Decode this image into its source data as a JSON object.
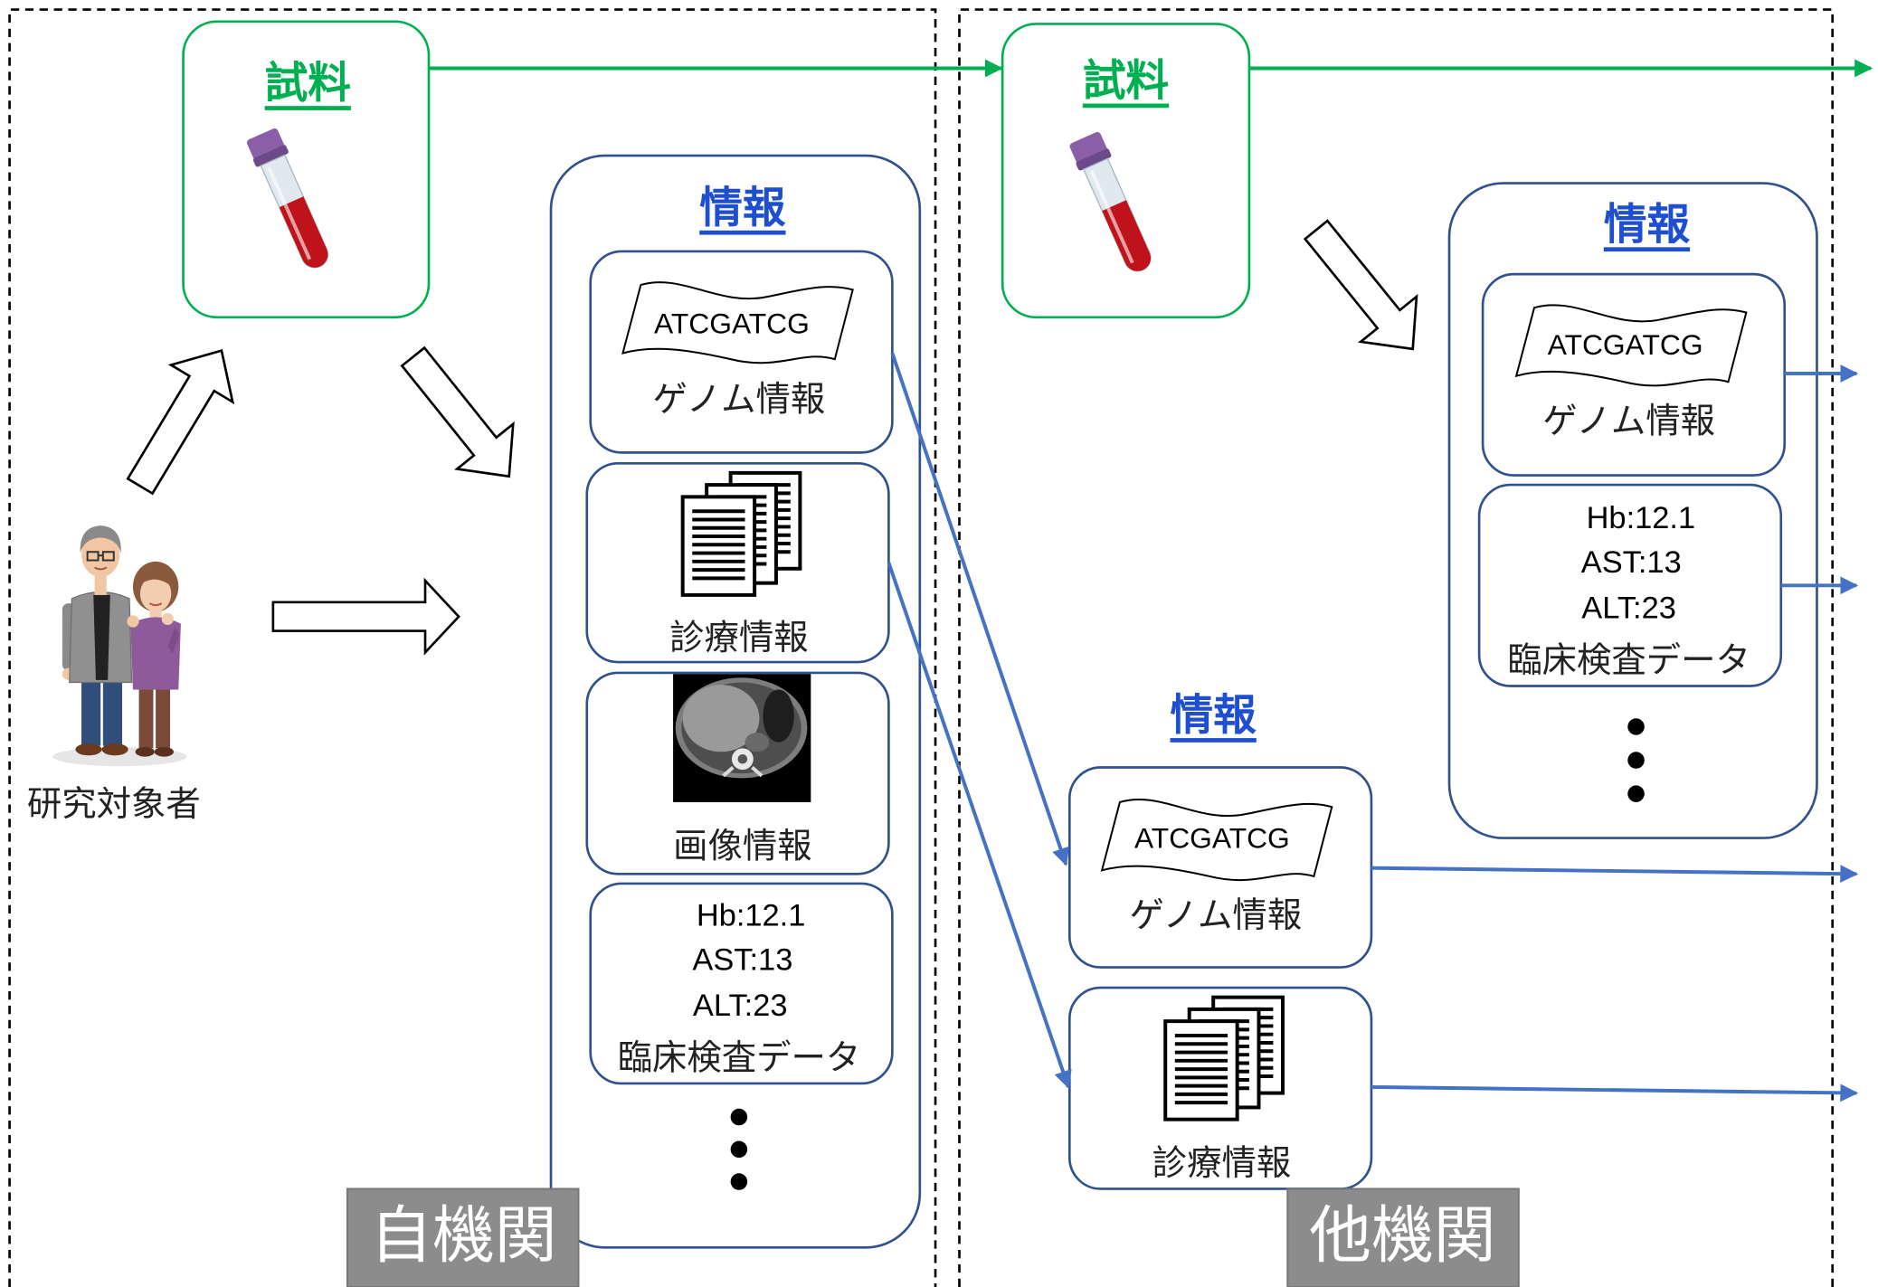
{
  "subject": {
    "label": "研究対象者"
  },
  "own_institution": {
    "name": "自機関",
    "sample": {
      "title": "試料"
    },
    "info": {
      "title": "情報",
      "genome": {
        "sequence": "ATCGATCG",
        "label": "ゲノム情報"
      },
      "medical": {
        "label": "診療情報"
      },
      "imaging": {
        "label": "画像情報"
      },
      "lab": {
        "values": [
          "Hb:12.1",
          "AST:13",
          "ALT:23"
        ],
        "label": "臨床検査データ"
      }
    }
  },
  "other_institution": {
    "name": "他機関",
    "sample": {
      "title": "試料"
    },
    "info": {
      "title": "情報",
      "genome": {
        "sequence": "ATCGATCG",
        "label": "ゲノム情報"
      },
      "lab": {
        "values": [
          "Hb:12.1",
          "AST:13",
          "ALT:23"
        ],
        "label": "臨床検査データ"
      }
    },
    "shared_info": {
      "title": "情報",
      "genome": {
        "sequence": "ATCGATCG",
        "label": "ゲノム情報"
      },
      "medical": {
        "label": "診療情報"
      }
    }
  },
  "colors": {
    "sample": "#00b050",
    "info_title": "#1f4fd1",
    "info_border": "#2f528f",
    "flow_arrow": "#4472c4",
    "institution_label_bg": "#8c8c8c"
  },
  "icons": [
    "test-tube-icon",
    "documents-icon",
    "ct-scan-image",
    "sequence-paper-icon",
    "research-subjects-illustration",
    "ellipsis-dots"
  ]
}
